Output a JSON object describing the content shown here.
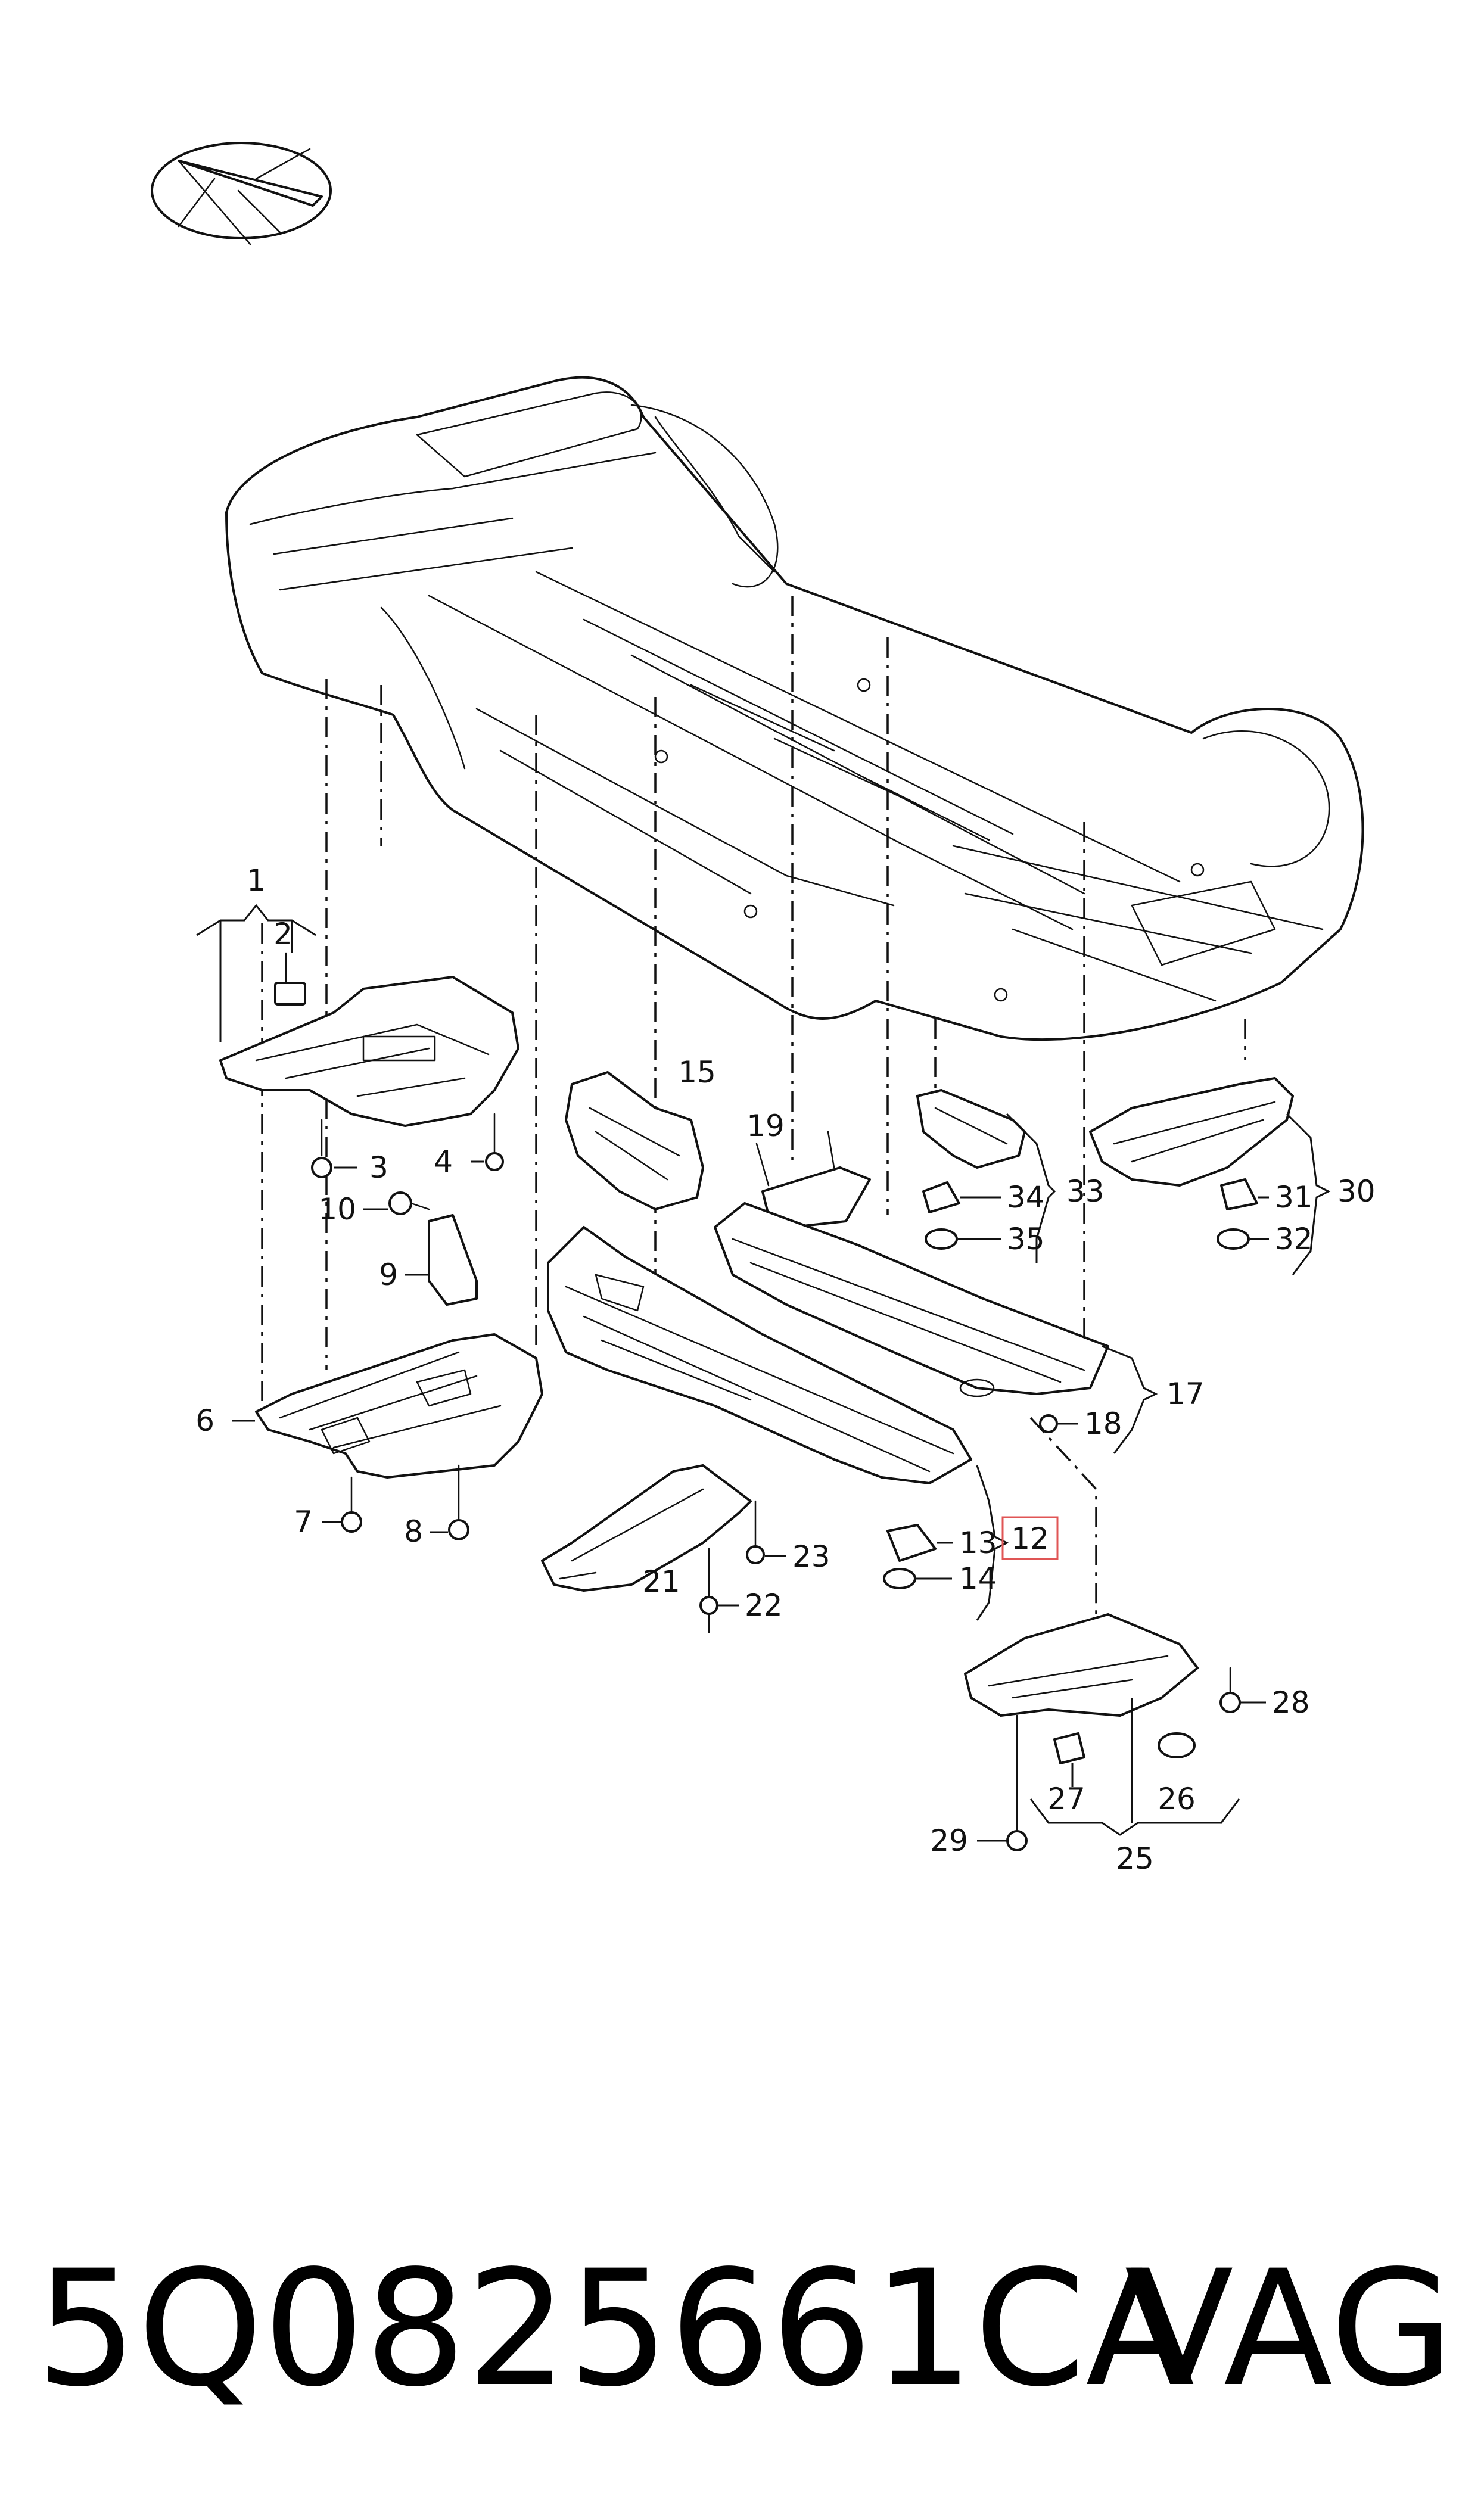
{
  "callouts": {
    "c1": "1",
    "c2": "2",
    "c3": "3",
    "c4": "4",
    "c6": "6",
    "c7": "7",
    "c8": "8",
    "c9": "9",
    "c10": "10",
    "c12": "12",
    "c13": "13",
    "c14": "14",
    "c15": "15",
    "c17": "17",
    "c18": "18",
    "c19": "19",
    "c21": "21",
    "c22": "22",
    "c23": "23",
    "c25": "25",
    "c26": "26",
    "c27": "27",
    "c28": "28",
    "c29": "29",
    "c30": "30",
    "c31": "31",
    "c32": "32",
    "c33": "33",
    "c34": "34",
    "c35": "35"
  },
  "highlight": {
    "callout": "12",
    "color": "#e05555"
  },
  "footer": {
    "part_number": "5Q0825661CA",
    "brand": "VAG"
  },
  "icons": {
    "orientation": "orientation-compass-icon"
  }
}
